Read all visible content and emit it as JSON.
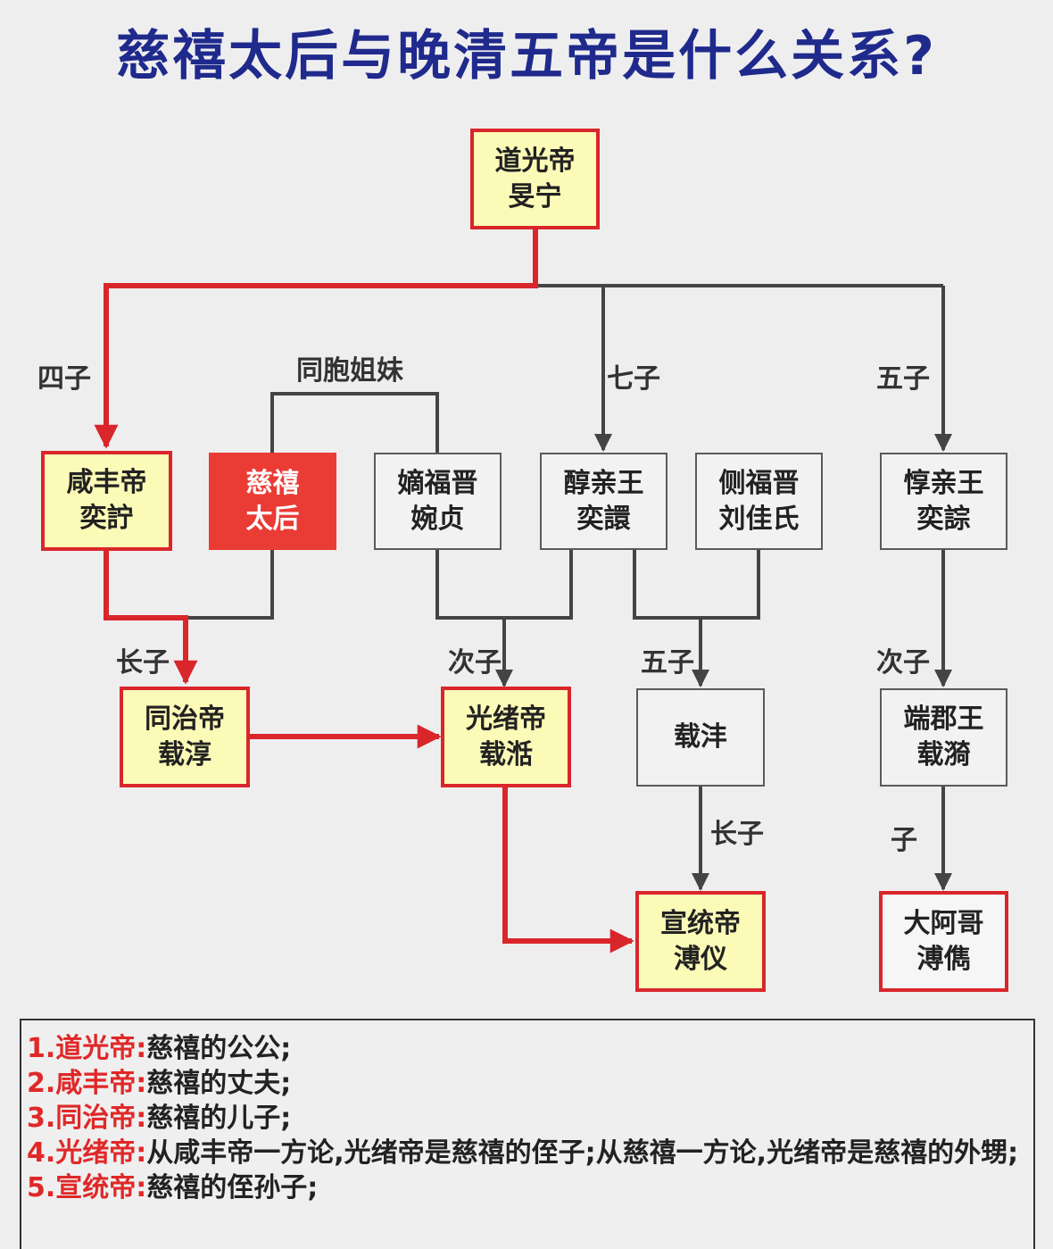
{
  "title": "慈禧太后与晚清五帝是什么关系?",
  "colors": {
    "title": "#1f2a8c",
    "emperor_fill": "#fbfab7",
    "red": "#d9262b",
    "cixi_fill": "#ea3b35",
    "gray_line": "#444444"
  },
  "nodes": {
    "daoguang": {
      "line1": "道光帝",
      "line2": "旻宁"
    },
    "xianfeng": {
      "line1": "咸丰帝",
      "line2": "奕詝"
    },
    "cixi": {
      "line1": "慈禧",
      "line2": "太后"
    },
    "difujin": {
      "line1": "嫡福晋",
      "line2": "婉贞"
    },
    "chunqinwang": {
      "line1": "醇亲王",
      "line2": "奕譞"
    },
    "cefujin": {
      "line1": "侧福晋",
      "line2": "刘佳氏"
    },
    "dunqinwang": {
      "line1": "惇亲王",
      "line2": "奕誴"
    },
    "tongzhi": {
      "line1": "同治帝",
      "line2": "载淳"
    },
    "guangxu": {
      "line1": "光绪帝",
      "line2": "载湉"
    },
    "zaifeng": {
      "line1": "载沣"
    },
    "duanjunwang": {
      "line1": "端郡王",
      "line2": "载漪"
    },
    "xuantong": {
      "line1": "宣统帝",
      "line2": "溥仪"
    },
    "daage": {
      "line1": "大阿哥",
      "line2": "溥儁"
    }
  },
  "labels": {
    "sizi": "四子",
    "sisters": "同胞姐妹",
    "qizi": "七子",
    "wuzi_top": "五子",
    "zhangzi_1": "长子",
    "cizi_1": "次子",
    "wuzi_mid": "五子",
    "cizi_2": "次子",
    "zhangzi_2": "长子",
    "zi": "子"
  },
  "notes": [
    {
      "num": "1.道光帝:",
      "text": "慈禧的公公;"
    },
    {
      "num": "2.咸丰帝:",
      "text": "慈禧的丈夫;"
    },
    {
      "num": "3.同治帝:",
      "text": "慈禧的儿子;"
    },
    {
      "num": "4.光绪帝:",
      "text": "从咸丰帝一方论,光绪帝是慈禧的侄子;从慈禧一方论,光绪帝是慈禧的外甥;"
    },
    {
      "num": "5.宣统帝:",
      "text": "慈禧的侄孙子;"
    }
  ]
}
